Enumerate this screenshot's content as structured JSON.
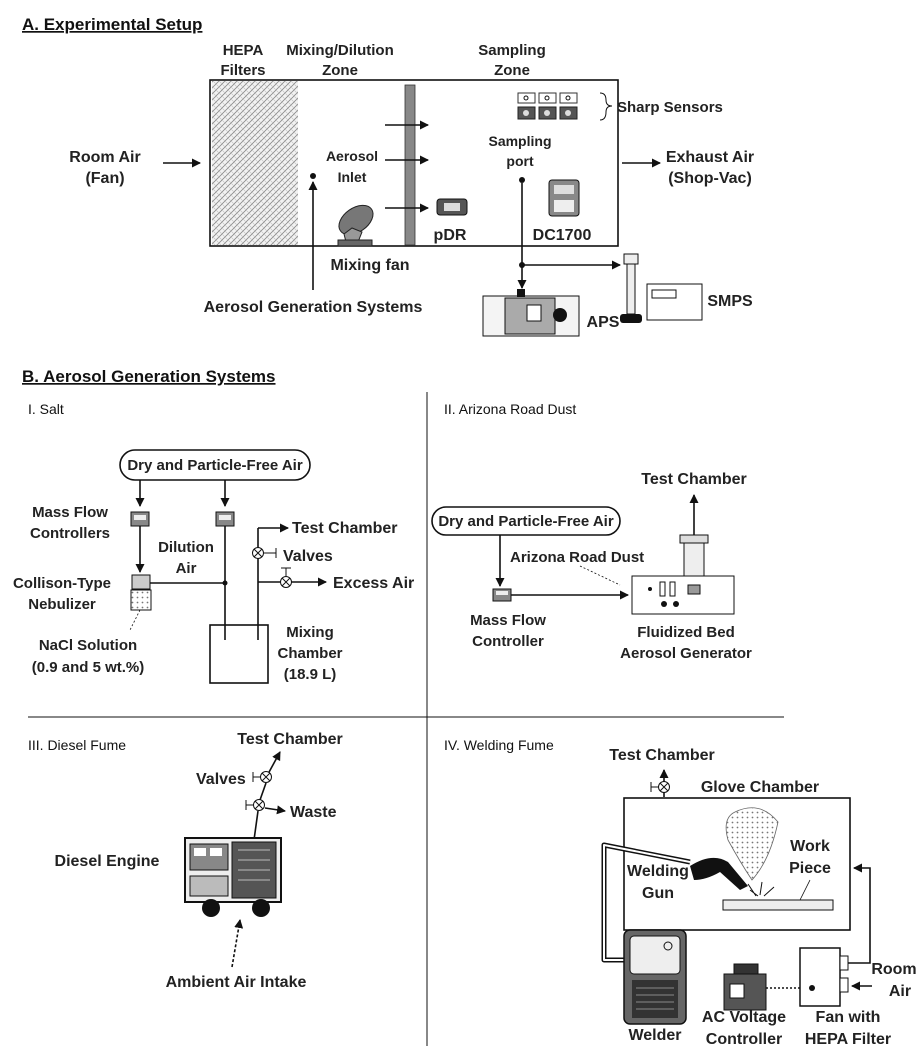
{
  "sectionA": {
    "title": "A. Experimental Setup",
    "hepa": [
      "HEPA",
      "Filters"
    ],
    "mixing_zone": [
      "Mixing/Dilution",
      "Zone"
    ],
    "sampling_zone": [
      "Sampling",
      "Zone"
    ],
    "sharp_sensors": "Sharp Sensors",
    "room_air": [
      "Room Air",
      "(Fan)"
    ],
    "aerosol_inlet": [
      "Aerosol",
      "Inlet"
    ],
    "sampling_port": [
      "Sampling",
      "port"
    ],
    "exhaust_air": [
      "Exhaust Air",
      "(Shop-Vac)"
    ],
    "pdr": "pDR",
    "dc1700": "DC1700",
    "mixing_fan": "Mixing fan",
    "aerosol_gen": "Aerosol Generation Systems",
    "aps": "APS",
    "smps": "SMPS"
  },
  "sectionB": {
    "title": "B. Aerosol Generation Systems",
    "salt": {
      "title": "I. Salt",
      "air": "Dry and Particle-Free Air",
      "mfc": [
        "Mass Flow",
        "Controllers"
      ],
      "dilution": [
        "Dilution",
        "Air"
      ],
      "test_chamber": "Test Chamber",
      "valves": "Valves",
      "excess": "Excess Air",
      "nebulizer": [
        "Collison-Type",
        "Nebulizer"
      ],
      "nacl": [
        "NaCl Solution",
        "(0.9 and 5 wt.%)"
      ],
      "mixing": [
        "Mixing",
        "Chamber",
        "(18.9 L)"
      ]
    },
    "dust": {
      "title": "II. Arizona Road Dust",
      "test_chamber": "Test Chamber",
      "air": "Dry and Particle-Free Air",
      "ard": "Arizona Road Dust",
      "mfc": [
        "Mass Flow",
        "Controller"
      ],
      "fbag": [
        "Fluidized Bed",
        "Aerosol Generator"
      ]
    },
    "diesel": {
      "title": "III. Diesel Fume",
      "test_chamber": "Test Chamber",
      "valves": "Valves",
      "waste": "Waste",
      "engine": "Diesel Engine",
      "intake": "Ambient Air Intake"
    },
    "welding": {
      "title": "IV. Welding Fume",
      "test_chamber": "Test Chamber",
      "glove": "Glove Chamber",
      "work": [
        "Work",
        "Piece"
      ],
      "gun": [
        "Welding",
        "Gun"
      ],
      "room_air": [
        "Room",
        "Air"
      ],
      "welder": "Welder",
      "ac": [
        "AC Voltage",
        "Controller"
      ],
      "fan": [
        "Fan with",
        "HEPA Filter"
      ]
    }
  }
}
